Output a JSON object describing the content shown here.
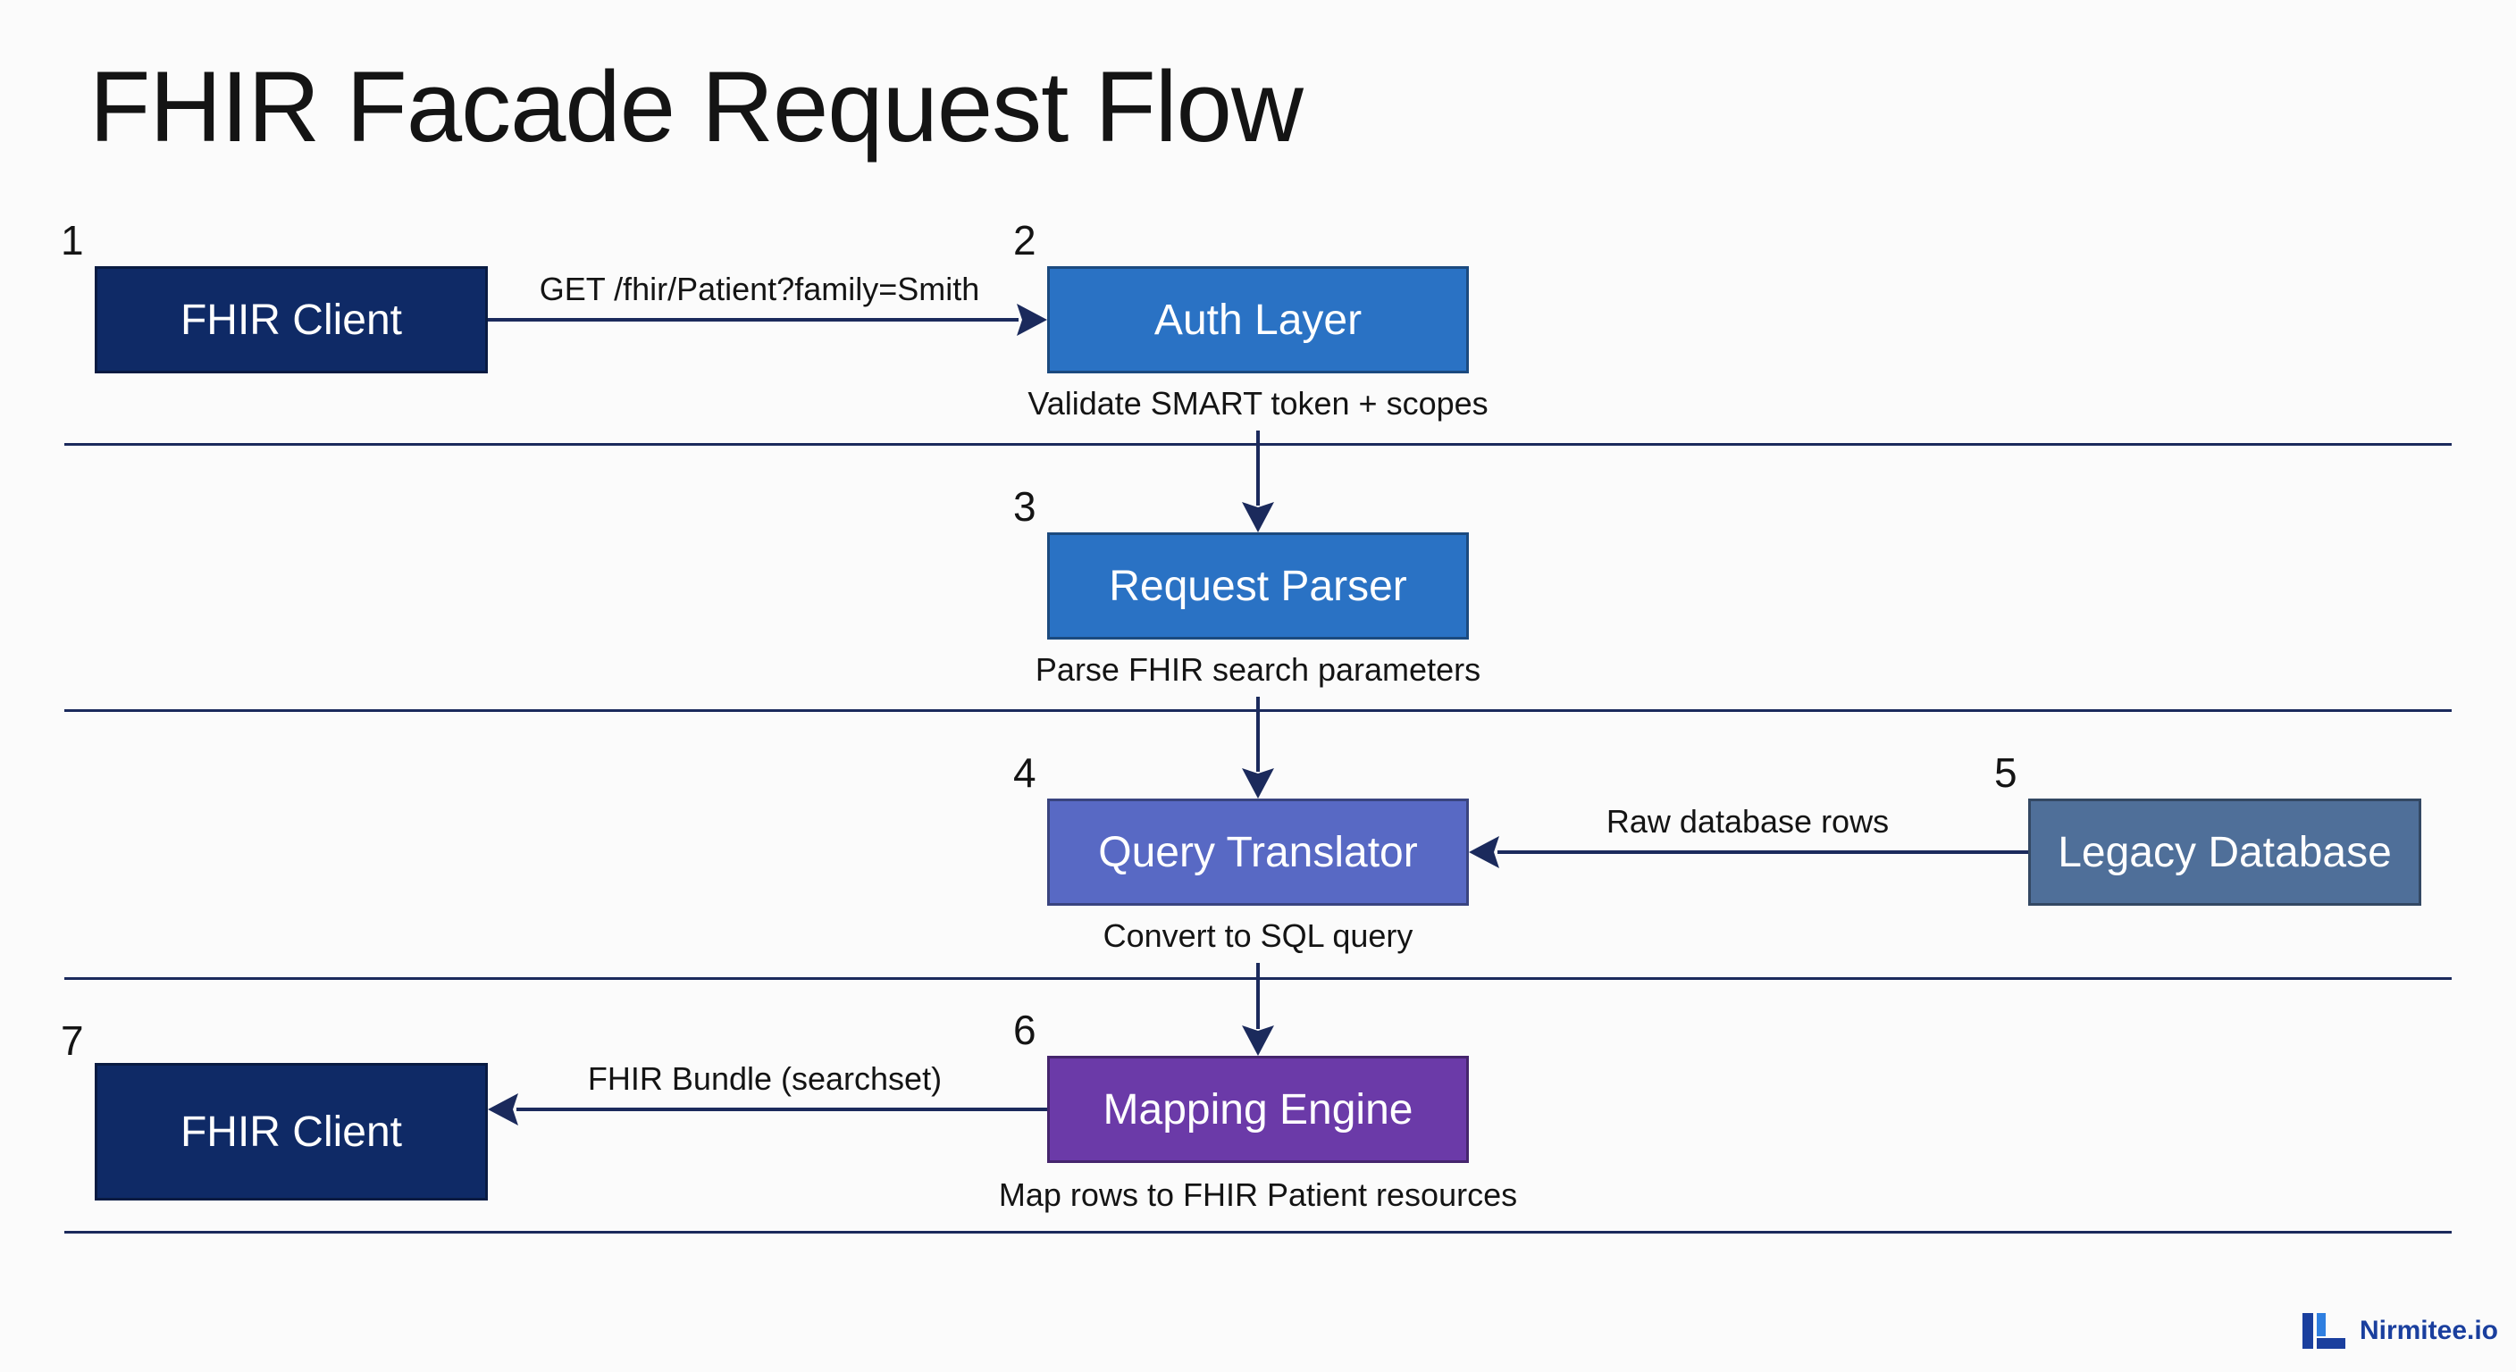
{
  "title": "FHIR Facade Request Flow",
  "steps": [
    {
      "number": "1",
      "label": "FHIR Client",
      "caption": "",
      "color": "#0f2a66"
    },
    {
      "number": "2",
      "label": "Auth Layer",
      "caption": "Validate SMART token + scopes",
      "color": "#2a72c4"
    },
    {
      "number": "3",
      "label": "Request Parser",
      "caption": "Parse FHIR search parameters",
      "color": "#2a72c4"
    },
    {
      "number": "4",
      "label": "Query Translator",
      "caption": "Convert to SQL query",
      "color": "#5869c4"
    },
    {
      "number": "5",
      "label": "Legacy Database",
      "caption": "",
      "color": "#4f6f99"
    },
    {
      "number": "6",
      "label": "Mapping Engine",
      "caption": "Map rows to FHIR Patient resources",
      "color": "#6b3aa8"
    },
    {
      "number": "7",
      "label": "FHIR Client",
      "caption": "",
      "color": "#0f2a66"
    }
  ],
  "edges": [
    {
      "from": "1",
      "to": "2",
      "label": "GET /fhir/Patient?family=Smith"
    },
    {
      "from": "2",
      "to": "3",
      "label": ""
    },
    {
      "from": "3",
      "to": "4",
      "label": ""
    },
    {
      "from": "5",
      "to": "4",
      "label": "Raw database rows"
    },
    {
      "from": "4",
      "to": "6",
      "label": ""
    },
    {
      "from": "6",
      "to": "7",
      "label": "FHIR Bundle (searchset)"
    }
  ],
  "brand": {
    "name": "Nirmitee.io",
    "logo": "nirmitee-logo-icon",
    "color": "#1a3f9e"
  },
  "line_color": "#1b2a5c"
}
